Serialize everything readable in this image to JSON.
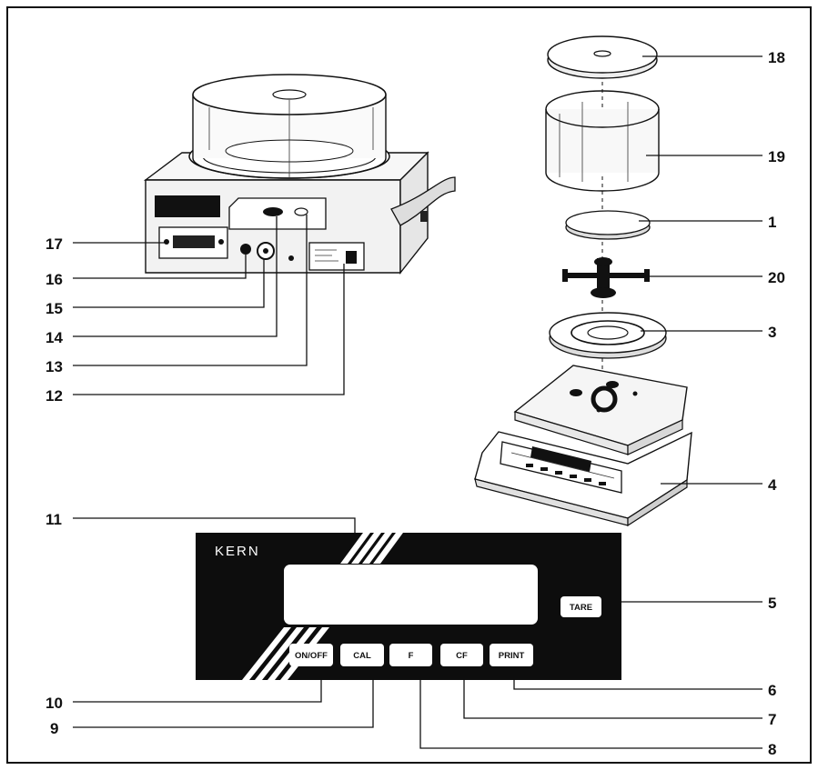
{
  "panel": {
    "brand": "KERN",
    "keys": {
      "tare": "TARE",
      "onoff": "ON/OFF",
      "cal": "CAL",
      "f": "F",
      "cf": "CF",
      "print": "PRINT"
    }
  },
  "callouts": {
    "n1": "1",
    "n3": "3",
    "n4": "4",
    "n5": "5",
    "n6": "6",
    "n7": "7",
    "n8": "8",
    "n9": "9",
    "n10": "10",
    "n11": "11",
    "n12": "12",
    "n13": "13",
    "n14": "14",
    "n15": "15",
    "n16": "16",
    "n17": "17",
    "n18": "18",
    "n19": "19",
    "n20": "20"
  }
}
